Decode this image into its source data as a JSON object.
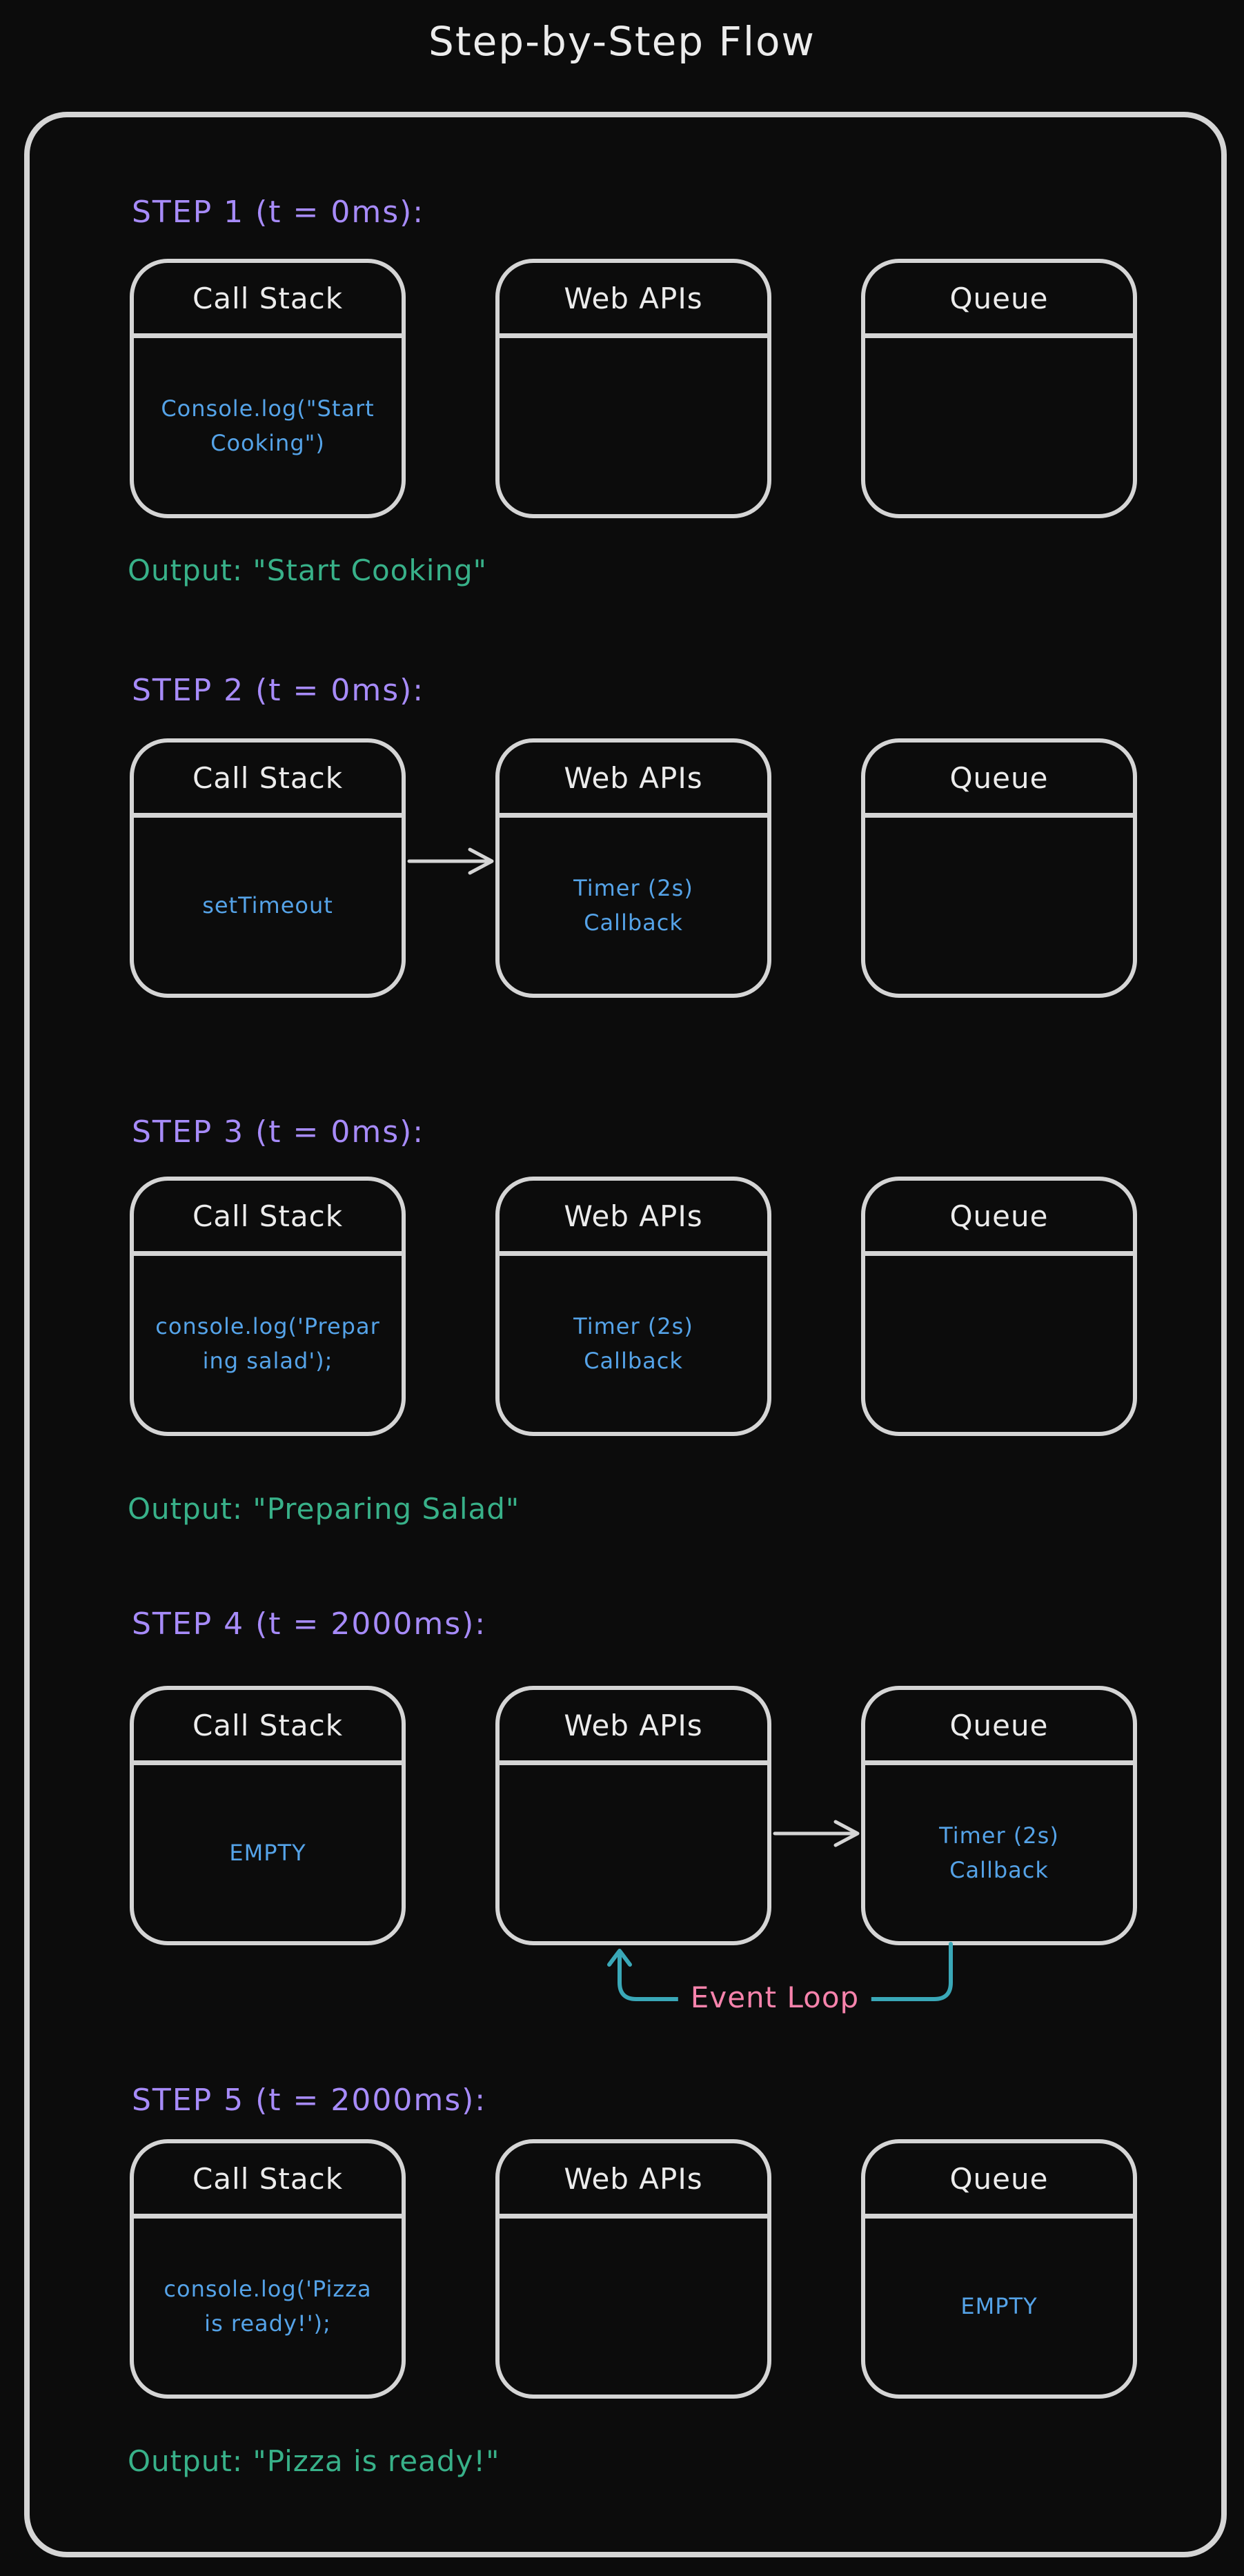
{
  "title": "Step-by-Step Flow",
  "colors": {
    "background": "#0c0c0c",
    "stroke": "#d5d5d5",
    "heading": "#ececec",
    "step_label": "#a78bfa",
    "code_text": "#55a3e8",
    "output_text": "#38b189",
    "event_loop_label": "#f783ac",
    "event_loop_line": "#3aa8b8"
  },
  "steps": [
    {
      "label": "STEP 1 (t = 0ms):",
      "boxes": [
        {
          "title": "Call Stack",
          "content": [
            "Console.log(\"Start",
            "Cooking\")"
          ]
        },
        {
          "title": "Web APIs",
          "content": []
        },
        {
          "title": "Queue",
          "content": []
        }
      ],
      "output": "Output: \"Start Cooking\""
    },
    {
      "label": "STEP 2 (t = 0ms):",
      "boxes": [
        {
          "title": "Call Stack",
          "content": [
            "setTimeout"
          ]
        },
        {
          "title": "Web APIs",
          "content": [
            "Timer (2s)",
            "Callback"
          ]
        },
        {
          "title": "Queue",
          "content": []
        }
      ]
    },
    {
      "label": "STEP 3 (t = 0ms):",
      "boxes": [
        {
          "title": "Call Stack",
          "content": [
            "console.log('Prepar",
            "ing salad');"
          ]
        },
        {
          "title": "Web APIs",
          "content": [
            "Timer (2s)",
            "Callback"
          ]
        },
        {
          "title": "Queue",
          "content": []
        }
      ],
      "output": "Output: \"Preparing Salad\""
    },
    {
      "label": "STEP 4 (t = 2000ms):",
      "boxes": [
        {
          "title": "Call Stack",
          "content": [
            "EMPTY"
          ]
        },
        {
          "title": "Web APIs",
          "content": []
        },
        {
          "title": "Queue",
          "content": [
            "Timer (2s)",
            "Callback"
          ]
        }
      ],
      "event_loop_label": "Event Loop"
    },
    {
      "label": "STEP 5 (t = 2000ms):",
      "boxes": [
        {
          "title": "Call Stack",
          "content": [
            "console.log('Pizza",
            "is ready!');"
          ]
        },
        {
          "title": "Web APIs",
          "content": []
        },
        {
          "title": "Queue",
          "content": [
            "EMPTY"
          ]
        }
      ],
      "output": "Output: \"Pizza is ready!\""
    }
  ]
}
